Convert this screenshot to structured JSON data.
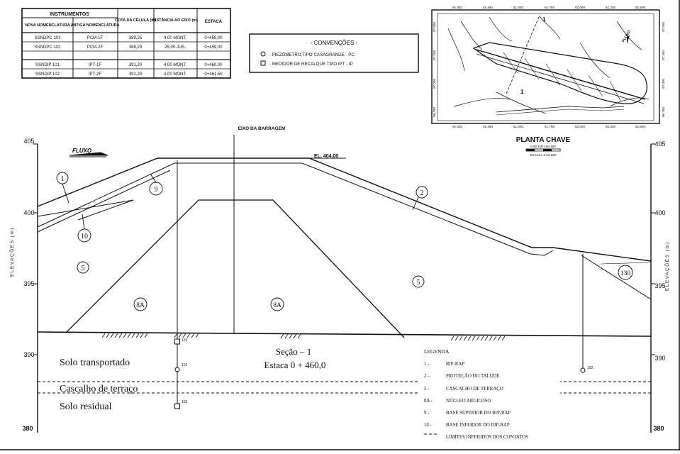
{
  "instruments_table": {
    "header_group": "INSTRUMENTOS",
    "col_new": "NOVA NOMENCLATURA",
    "col_old": "ANTIGA NOMENCLATURA",
    "col_cota": "COTA DA CÉLULA (m)",
    "col_dist": "DISTÂNCIA AO EIXO (m)",
    "col_estaca": "ESTACA",
    "rows": [
      {
        "nova": "SSNDPC 101",
        "antiga": "PCM-1F",
        "cota": "389,25",
        "dist": "4,00 MONT.",
        "estaca": "0+459,00"
      },
      {
        "nova": "SSNDPC 102",
        "antiga": "PCM-2F",
        "cota": "388,29",
        "dist": "25,00 JUS.",
        "estaca": "0+459,00"
      },
      {
        "nova": "SSNDIP 101",
        "antiga": "IPT-1F",
        "cota": "391,20",
        "dist": "4,00 MONT.",
        "estaca": "0+460,00"
      },
      {
        "nova": "SSNDIP 102",
        "antiga": "IPT-2F",
        "cota": "391,20",
        "dist": "4,00 MONT.",
        "estaca": "0+461,50"
      }
    ]
  },
  "conventions": {
    "title": "- CONVENÇÕES -",
    "items": [
      {
        "symbol": "circle",
        "text": "- PIEZÔMETRO TIPO CASAGRANDE - PC."
      },
      {
        "symbol": "square",
        "text": "- MEDIDOR DE RECALQUE TIPO IPT - IP."
      }
    ]
  },
  "key_plan": {
    "title": "PLANTA CHAVE",
    "scale_ticks": "0 50 100 150 250",
    "scale_text": "ESCALA 1:12.500",
    "top_ticks": [
      "51.500",
      "51.250",
      "51.500",
      "51.750",
      "52.000",
      "52.250",
      "52.500"
    ],
    "left_ticks": [
      "97.500",
      "97.250",
      "97.000",
      "96.750"
    ],
    "right_ticks": [
      "97.500",
      "97.250",
      "97.000",
      "96.750"
    ],
    "flow_label": "FLUXO",
    "section_mark": "1"
  },
  "section": {
    "axis_label": "EIXO DA BARRAGEM",
    "crest_label": "EL. 404,00",
    "flow_label": "FLUXO",
    "elev_label": "ELEVAÇÕES (m)",
    "y_ticks_left": [
      "405",
      "400",
      "395",
      "390",
      "380"
    ],
    "y_ticks_right": [
      "405",
      "400",
      "395",
      "390",
      "380"
    ],
    "zone_labels": [
      "1",
      "9",
      "2",
      "10",
      "5",
      "5",
      "8A",
      "8A",
      "130"
    ],
    "instrument_labels": [
      "101",
      "101",
      "102",
      "102"
    ],
    "title_line1": "Seção – 1",
    "title_line2": "Estaca 0 + 460,0",
    "soil_1": "Solo transportado",
    "soil_2": "Cascalho de terraço",
    "soil_3": "Solo residual"
  },
  "legend": {
    "title": "LEGENDA",
    "items": [
      {
        "code": "1 -",
        "text": "RIP-RAP"
      },
      {
        "code": "2 -",
        "text": "PROTEÇÃO DO TALUDE"
      },
      {
        "code": "5 -",
        "text": "CASCALHO DE TERRAÇO"
      },
      {
        "code": "8A -",
        "text": "NÚCLEO ARGILOSO"
      },
      {
        "code": "9 -",
        "text": "BASE SUPERIOR DO RIP-RAP"
      },
      {
        "code": "10 -",
        "text": "BASE INFERIOR DO RIP-RAP"
      },
      {
        "code": "",
        "text": "LIMITES INFERIDOS DOS CONTATOS"
      }
    ]
  }
}
